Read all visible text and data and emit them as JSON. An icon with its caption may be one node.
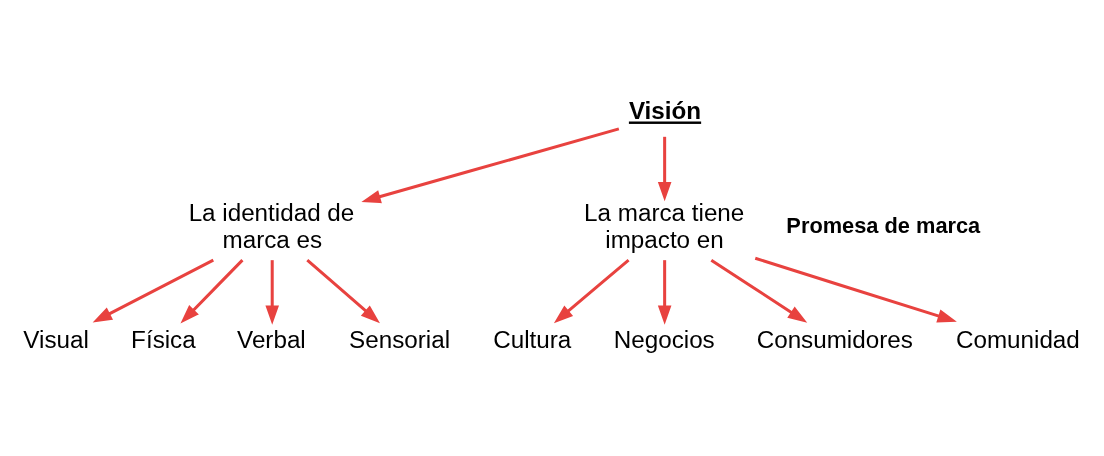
{
  "diagram": {
    "nodes": [
      {
        "text": [
          "Visión"
        ]
      },
      {
        "text": [
          "La identidad de marca es"
        ]
      },
      {
        "text": [
          "La marca tiene impacto en"
        ]
      },
      {
        "text": [
          "Visual"
        ]
      },
      {
        "text": [
          "Física"
        ]
      },
      {
        "text": [
          "Verbal"
        ]
      },
      {
        "text": [
          "Sensorial"
        ]
      },
      {
        "text": [
          "Cultura"
        ]
      },
      {
        "text": [
          "Negocios"
        ]
      },
      {
        "text": [
          "Consumidores"
        ]
      },
      {
        "text": [
          "Comunidad"
        ]
      }
    ],
    "edges": [
      {
        "from": 0,
        "to": 1,
        "arrow": "to"
      },
      {
        "from": 0,
        "to": 2,
        "arrow": "to"
      },
      {
        "from": 1,
        "to": 3,
        "arrow": "to"
      },
      {
        "from": 1,
        "to": 4,
        "arrow": "to"
      },
      {
        "from": 1,
        "to": 5,
        "arrow": "to"
      },
      {
        "from": 1,
        "to": 6,
        "arrow": "to"
      },
      {
        "from": 2,
        "to": 7,
        "arrow": "to"
      },
      {
        "from": 2,
        "to": 8,
        "arrow": "to"
      },
      {
        "from": 2,
        "to": 9,
        "arrow": "to"
      },
      {
        "from": 2,
        "to": 10,
        "arrow": "to"
      }
    ],
    "labels": [
      "Promesa de marca"
    ]
  }
}
